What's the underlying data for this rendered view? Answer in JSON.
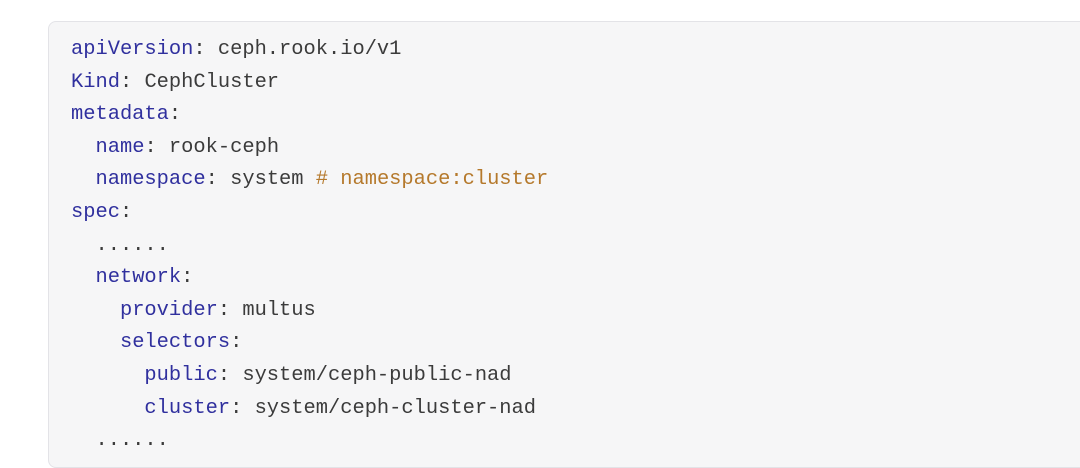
{
  "page": {
    "background_color": "#ffffff"
  },
  "code_block": {
    "language": "yaml",
    "background_color": "#f6f6f7",
    "border_color": "#e3e3e7",
    "colors": {
      "key": "#30309e",
      "pun": "#3b3b3b",
      "val": "#3b3b3b",
      "com": "#b5792c",
      "txt": "#3b3b3b"
    },
    "lines": [
      {
        "tokens": [
          {
            "t": "key",
            "s": "apiVersion"
          },
          {
            "t": "pun",
            "s": ": "
          },
          {
            "t": "val",
            "s": "ceph.rook.io/v1"
          }
        ]
      },
      {
        "tokens": [
          {
            "t": "key",
            "s": "Kind"
          },
          {
            "t": "pun",
            "s": ": "
          },
          {
            "t": "val",
            "s": "CephCluster"
          }
        ]
      },
      {
        "tokens": [
          {
            "t": "key",
            "s": "metadata"
          },
          {
            "t": "pun",
            "s": ":"
          }
        ]
      },
      {
        "tokens": [
          {
            "t": "txt",
            "s": "  "
          },
          {
            "t": "key",
            "s": "name"
          },
          {
            "t": "pun",
            "s": ": "
          },
          {
            "t": "val",
            "s": "rook-ceph"
          }
        ]
      },
      {
        "tokens": [
          {
            "t": "txt",
            "s": "  "
          },
          {
            "t": "key",
            "s": "namespace"
          },
          {
            "t": "pun",
            "s": ": "
          },
          {
            "t": "val",
            "s": "system "
          },
          {
            "t": "com",
            "s": "# namespace:cluster"
          }
        ]
      },
      {
        "tokens": [
          {
            "t": "key",
            "s": "spec"
          },
          {
            "t": "pun",
            "s": ":"
          }
        ]
      },
      {
        "tokens": [
          {
            "t": "txt",
            "s": "  ......"
          }
        ]
      },
      {
        "tokens": [
          {
            "t": "txt",
            "s": "  "
          },
          {
            "t": "key",
            "s": "network"
          },
          {
            "t": "pun",
            "s": ":"
          }
        ]
      },
      {
        "tokens": [
          {
            "t": "txt",
            "s": "    "
          },
          {
            "t": "key",
            "s": "provider"
          },
          {
            "t": "pun",
            "s": ": "
          },
          {
            "t": "val",
            "s": "multus"
          }
        ]
      },
      {
        "tokens": [
          {
            "t": "txt",
            "s": "    "
          },
          {
            "t": "key",
            "s": "selectors"
          },
          {
            "t": "pun",
            "s": ":"
          }
        ]
      },
      {
        "tokens": [
          {
            "t": "txt",
            "s": "      "
          },
          {
            "t": "key",
            "s": "public"
          },
          {
            "t": "pun",
            "s": ": "
          },
          {
            "t": "val",
            "s": "system/ceph-public-nad"
          }
        ]
      },
      {
        "tokens": [
          {
            "t": "txt",
            "s": "      "
          },
          {
            "t": "key",
            "s": "cluster"
          },
          {
            "t": "pun",
            "s": ": "
          },
          {
            "t": "val",
            "s": "system/ceph-cluster-nad"
          }
        ]
      },
      {
        "tokens": [
          {
            "t": "txt",
            "s": "  ......"
          }
        ]
      }
    ]
  }
}
